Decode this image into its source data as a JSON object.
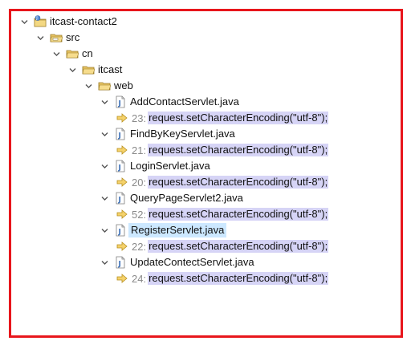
{
  "colors": {
    "frame_border": "#e8161c",
    "selection": "#cce8ff",
    "match_highlight": "#d6d4f6",
    "line_number": "#8a8a8a"
  },
  "tree": {
    "project": {
      "label": "itcast-contact2",
      "icon": "java-project-icon",
      "expanded": true
    },
    "src": {
      "label": "src",
      "icon": "source-folder-icon",
      "expanded": true
    },
    "cn": {
      "label": "cn",
      "icon": "package-folder-icon",
      "expanded": true
    },
    "itcast": {
      "label": "itcast",
      "icon": "package-folder-icon",
      "expanded": true
    },
    "web": {
      "label": "web",
      "icon": "package-folder-icon",
      "expanded": true
    },
    "files": [
      {
        "label": "AddContactServlet.java",
        "icon": "java-file-icon",
        "expanded": true,
        "selected": false,
        "match": {
          "line": "23:",
          "text": "request.setCharacterEncoding(\"utf-8\");"
        }
      },
      {
        "label": "FindByKeyServlet.java",
        "icon": "java-file-icon",
        "expanded": true,
        "selected": false,
        "match": {
          "line": "21:",
          "text": "request.setCharacterEncoding(\"utf-8\");"
        }
      },
      {
        "label": "LoginServlet.java",
        "icon": "java-file-icon",
        "expanded": true,
        "selected": false,
        "match": {
          "line": "20:",
          "text": "request.setCharacterEncoding(\"utf-8\");"
        }
      },
      {
        "label": "QueryPageServlet2.java",
        "icon": "java-file-icon",
        "expanded": true,
        "selected": false,
        "match": {
          "line": "52:",
          "text": "request.setCharacterEncoding(\"utf-8\");"
        }
      },
      {
        "label": "RegisterServlet.java",
        "icon": "java-file-icon",
        "expanded": true,
        "selected": true,
        "match": {
          "line": "22:",
          "text": "request.setCharacterEncoding(\"utf-8\");"
        }
      },
      {
        "label": "UpdateContectServlet.java",
        "icon": "java-file-icon",
        "expanded": true,
        "selected": false,
        "match": {
          "line": "24:",
          "text": "request.setCharacterEncoding(\"utf-8\");"
        }
      }
    ]
  }
}
